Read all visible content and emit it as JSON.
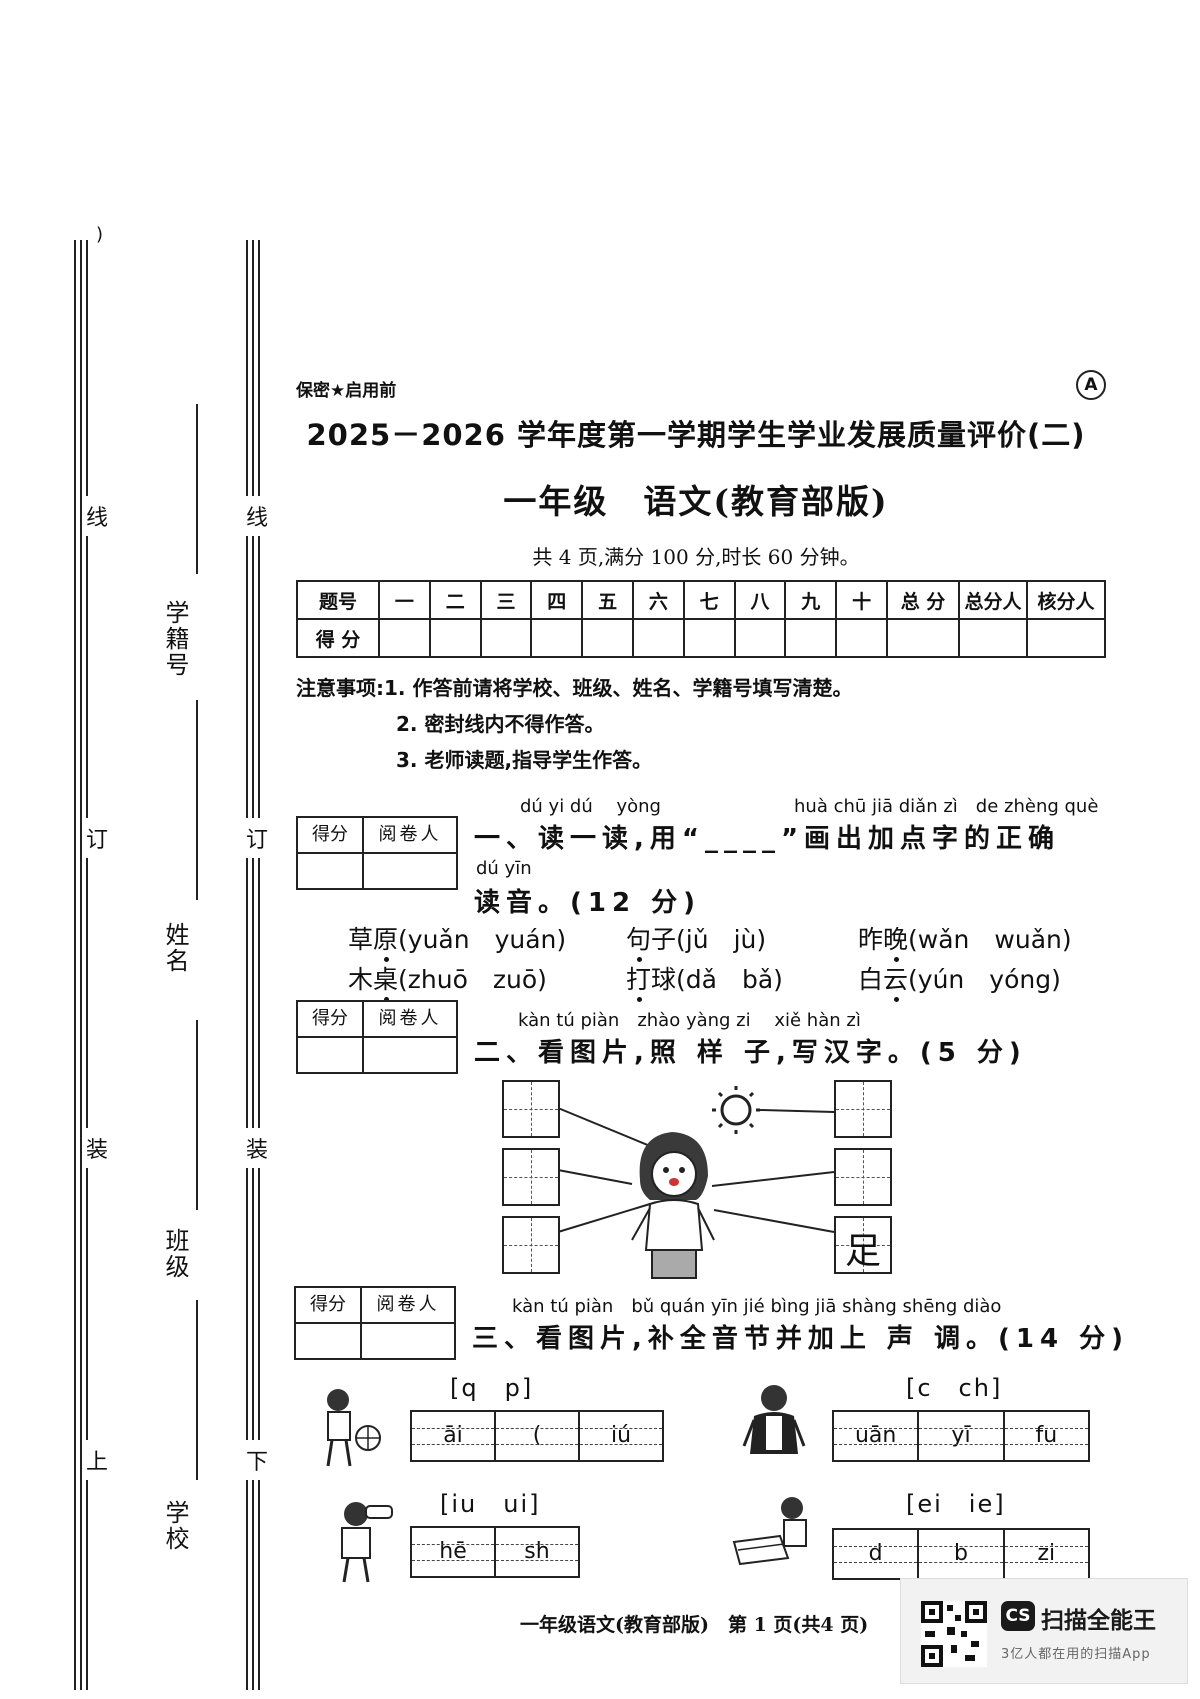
{
  "margin": {
    "paren": ")",
    "line_char": "线",
    "ding_char": "订",
    "zhuang_char": "装",
    "shang_char": "上",
    "xia_char": "下",
    "xueji_label": "学籍号",
    "name_label": "姓名",
    "class_label": "班级",
    "school_label": "学校"
  },
  "header": {
    "confidential": "保密★启用前",
    "version": "A",
    "title": "2025－2026 学年度第一学期学生学业发展质量评价(二)",
    "subtitle": "一年级　语文(教育部版)",
    "info": "共 4 页,满分 100 分,时长 60 分钟。"
  },
  "score_table": {
    "row1": [
      "题号",
      "一",
      "二",
      "三",
      "四",
      "五",
      "六",
      "七",
      "八",
      "九",
      "十",
      "总 分",
      "总分人",
      "核分人"
    ],
    "row2_label": "得 分"
  },
  "notes": {
    "label": "注意事项:",
    "items": [
      "1. 作答前请将学校、班级、姓名、学籍号填写清楚。",
      "2. 密封线内不得作答。",
      "3. 老师读题,指导学生作答。"
    ]
  },
  "grader": {
    "score": "得分",
    "reviewer": "阅卷人"
  },
  "q1": {
    "pinyin_a": "dú yi dú　 yòng",
    "pinyin_b": "huà chū jiā diǎn zì　de zhèng què",
    "line1": "一、读一读,用“____”画出加点字的正确",
    "pinyin_c": "dú yīn",
    "line2": "读音。(12 分)",
    "items": [
      {
        "pre": "草",
        "dot": "原",
        "post": "",
        "opts": "(yuǎn　yuán)"
      },
      {
        "pre": "",
        "dot": "句",
        "post": "子",
        "opts": "(jǔ　jù)"
      },
      {
        "pre": "昨",
        "dot": "晚",
        "post": "",
        "opts": "(wǎn　wuǎn)"
      },
      {
        "pre": "木",
        "dot": "桌",
        "post": "",
        "opts": "(zhuō　zuō)"
      },
      {
        "pre": "",
        "dot": "打",
        "post": "球",
        "opts": "(dǎ　bǎ)"
      },
      {
        "pre": "白",
        "dot": "云",
        "post": "",
        "opts": "(yún　yóng)"
      }
    ]
  },
  "q2": {
    "pinyin": "kàn tú piàn　zhào yàng zi　 xiě hàn zì",
    "head": "二、看图片,照 样 子,写汉字。(5 分)",
    "example_char": "足"
  },
  "q3": {
    "pinyin": "kàn tú piàn　bǔ quán yīn jié bìng jiā shàng shēng diào",
    "head": "三、看图片,补全音节并加上 声 调。(14 分)",
    "groups": [
      {
        "opts": "[q　p]",
        "cells": [
          "āi",
          "(",
          "iú"
        ]
      },
      {
        "opts": "[c　ch]",
        "cells": [
          "uān",
          "yī",
          "fu"
        ]
      },
      {
        "opts": "[iu　ui]",
        "cells": [
          "hē",
          "sh"
        ]
      },
      {
        "opts": "[ei　ie]",
        "cells": [
          "d",
          "b",
          "zi"
        ]
      }
    ]
  },
  "footer": {
    "text": "一年级语文(教育部版)　第 1 页(共4 页)",
    "page_no": "1"
  },
  "watermark": {
    "brand_icon": "CS",
    "brand": "扫描全能王",
    "slogan": "3亿人都在用的扫描App"
  }
}
